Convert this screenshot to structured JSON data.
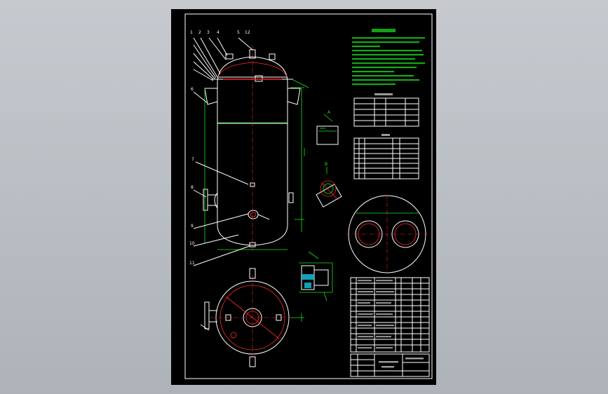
{
  "colors": {
    "viewport": "#b9bdc3",
    "sheet": "#000000",
    "outline": "#ffffff",
    "dimension": "#19e619",
    "centerline": "#ff2a2a"
  },
  "labels": {
    "tag_1": "1",
    "tag_2": "2",
    "tag_3": "3",
    "tag_4": "4",
    "tag_5": "5",
    "tag_6": "6",
    "tag_7": "7",
    "tag_8": "8",
    "tag_9": "9",
    "tag_10": "10",
    "tag_11": "11",
    "tag_12": "12",
    "tag_a": "A",
    "tag_b": "B"
  }
}
